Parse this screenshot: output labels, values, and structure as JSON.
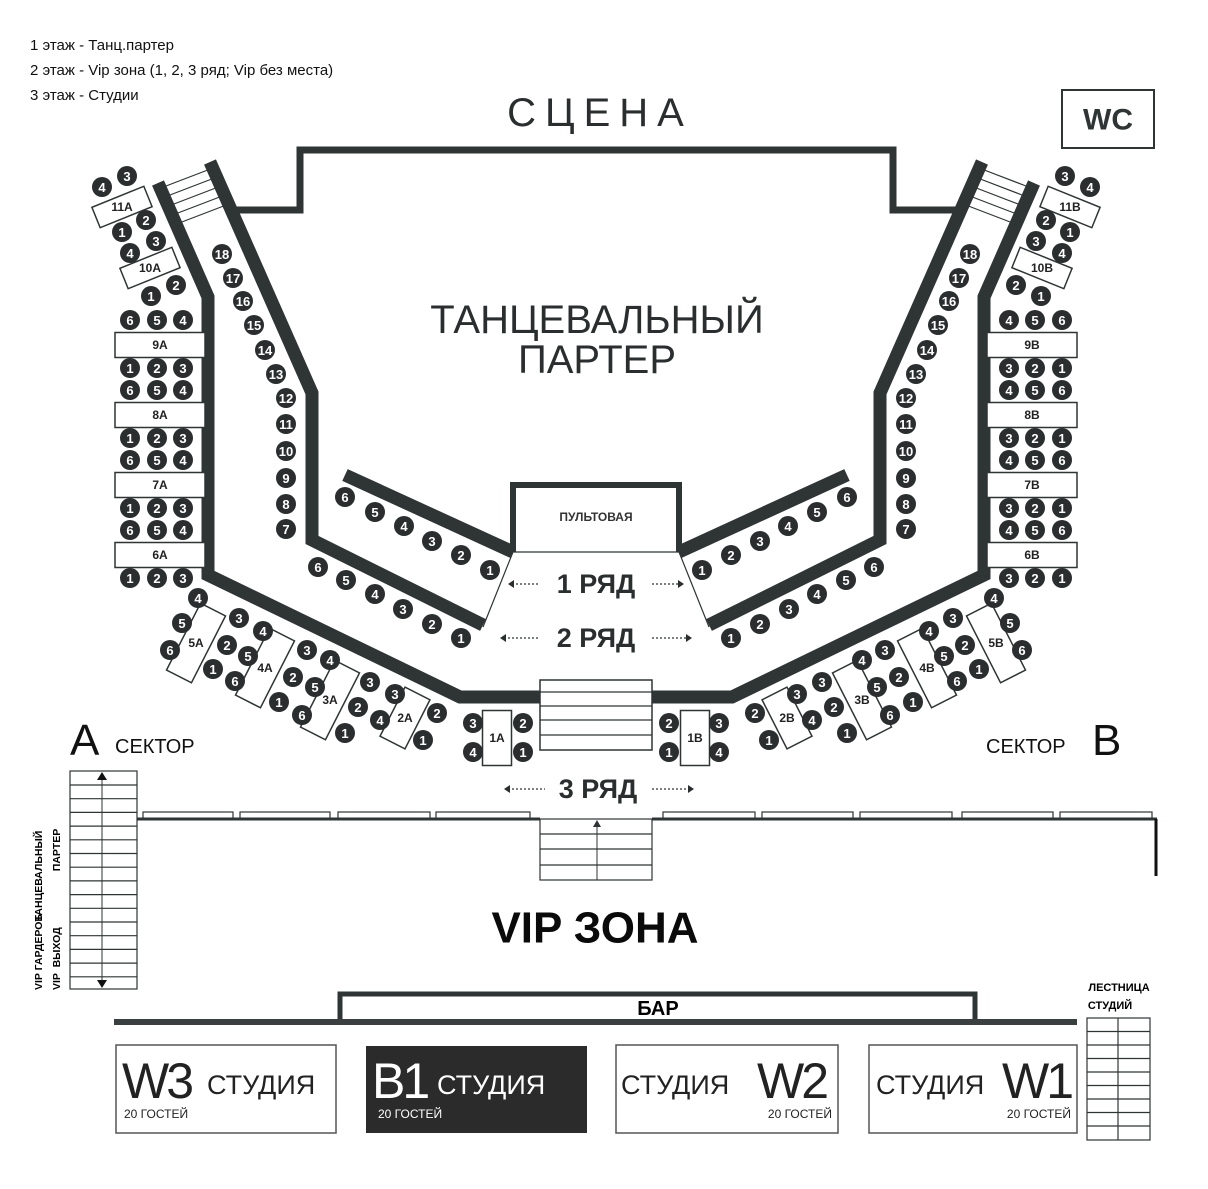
{
  "legend": [
    "1 этаж - Танц.партер",
    "2 этаж - Vip зона (1, 2, 3 ряд; Vip без места)",
    "3 этаж - Студии"
  ],
  "stage_label": "СЦЕНА",
  "wc_label": "WC",
  "dance_floor": [
    "ТАНЦЕВАЛЬНЫЙ",
    "ПАРТЕР"
  ],
  "console_label": "ПУЛЬТОВАЯ",
  "rows": [
    "1 РЯД",
    "2 РЯД",
    "3 РЯД"
  ],
  "sector_a": {
    "letter": "A",
    "word": "СЕКТОР",
    "boxes": [
      "11A",
      "10A",
      "9A",
      "8A",
      "7A",
      "6A",
      "5A",
      "4A",
      "3A",
      "2A",
      "1A"
    ],
    "seats": [
      4,
      3,
      1,
      2,
      4,
      3,
      1,
      2,
      6,
      5,
      4,
      1,
      2,
      3,
      6,
      5,
      4,
      1,
      2,
      3,
      6,
      5,
      4,
      1,
      2,
      3,
      6,
      5,
      4,
      1,
      2,
      3,
      18,
      17,
      16,
      15,
      14,
      13,
      12,
      11,
      10,
      9,
      8,
      7,
      6,
      5,
      4,
      3,
      2,
      1,
      6,
      5,
      4,
      3,
      2,
      1,
      4,
      5,
      6,
      3,
      2,
      1,
      4,
      5,
      6,
      3,
      2,
      1,
      4,
      5,
      6,
      3,
      2,
      1,
      3,
      4,
      2,
      1,
      3,
      4,
      2,
      1
    ]
  },
  "sector_b": {
    "letter": "B",
    "word": "СЕКТОР",
    "boxes": [
      "11B",
      "10B",
      "9B",
      "8B",
      "7B",
      "6B",
      "5B",
      "4B",
      "3B",
      "2B",
      "1B"
    ],
    "seats": [
      4,
      3,
      1,
      2,
      4,
      3,
      1,
      2,
      6,
      5,
      4,
      1,
      2,
      3,
      6,
      5,
      4,
      1,
      2,
      3,
      6,
      5,
      4,
      1,
      2,
      3,
      6,
      5,
      4,
      1,
      2,
      3,
      18,
      17,
      16,
      15,
      14,
      13,
      12,
      11,
      10,
      9,
      8,
      7,
      6,
      5,
      4,
      3,
      2,
      1,
      6,
      5,
      4,
      3,
      2,
      1,
      4,
      5,
      6,
      3,
      2,
      1,
      4,
      5,
      6,
      3,
      2,
      1,
      4,
      5,
      6,
      3,
      2,
      1,
      3,
      4,
      2,
      1,
      3,
      4,
      2,
      1
    ]
  },
  "side_labels": [
    "ТАНЦЕВАЛЬНЫЙ",
    "ПАРТЕР",
    "VIP ГАРДЕРОБ",
    "VIP  ВЫХОД"
  ],
  "vip_zone": "VIP ЗОНА",
  "bar": "БАР",
  "studio_stairs": [
    "ЛЕСТНИЦА",
    "СТУДИЙ"
  ],
  "studios": [
    {
      "code": "W3",
      "word": "СТУДИЯ",
      "guests": "20 ГОСТЕЙ",
      "dark": false
    },
    {
      "code": "B1",
      "word": "СТУДИЯ",
      "guests": "20 ГОСТЕЙ",
      "dark": true
    },
    {
      "code": "W2",
      "word": "СТУДИЯ",
      "guests": "20 ГОСТЕЙ",
      "dark": false
    },
    {
      "code": "W1",
      "word": "СТУДИЯ",
      "guests": "20 ГОСТЕЙ",
      "dark": false
    }
  ],
  "colors": {
    "wall": "#2f3435",
    "seat": "#2a2e2f",
    "studio_dark": "#2b2b2b"
  }
}
